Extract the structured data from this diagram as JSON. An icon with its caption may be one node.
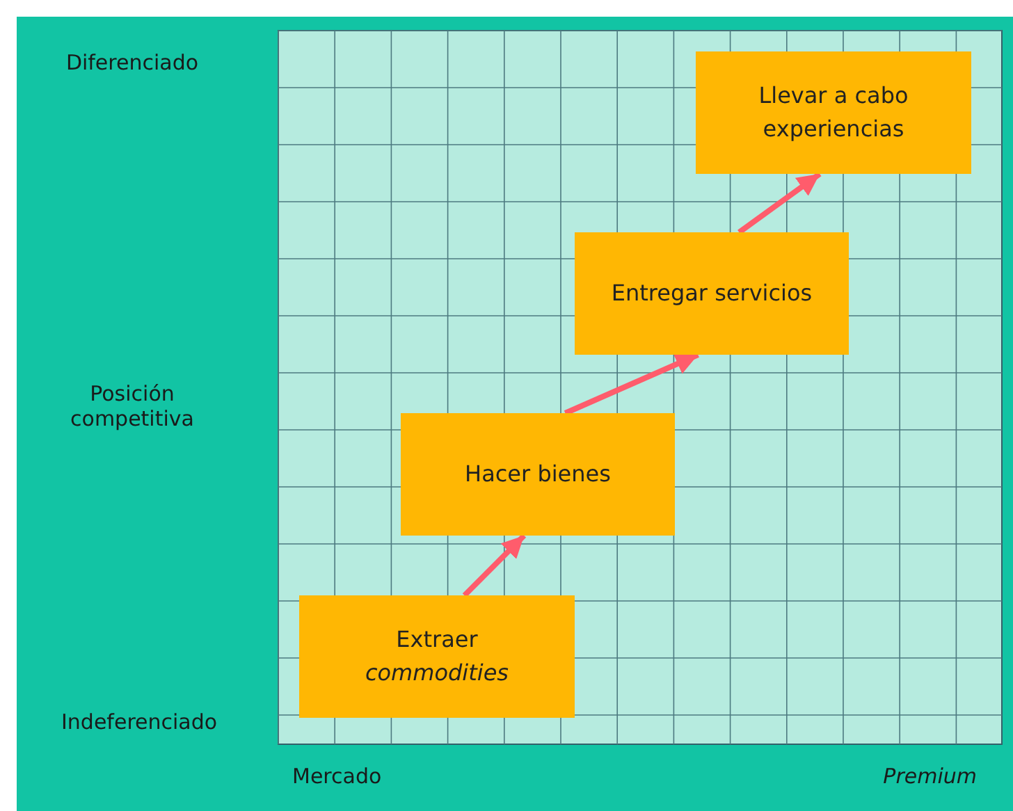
{
  "diagram": {
    "nodes": [
      {
        "text": [
          "Extraer *commodities*"
        ]
      },
      {
        "text": [
          "Hacer bienes"
        ]
      },
      {
        "text": [
          "Entregar servicios"
        ]
      },
      {
        "text": [
          "Llevar a cabo experiencias"
        ]
      }
    ],
    "edges": [
      {
        "from": 0,
        "to": 1,
        "arrow": "to",
        "color": "#ff5c6c"
      },
      {
        "from": 1,
        "to": 2,
        "arrow": "to",
        "color": "#ff5c6c"
      },
      {
        "from": 2,
        "to": 3,
        "arrow": "to",
        "color": "#ff5c6c"
      }
    ],
    "labels": [
      "Diferenciado",
      "Posición competitiva",
      "Indeferenciado",
      "Mercado",
      "Premium"
    ]
  }
}
